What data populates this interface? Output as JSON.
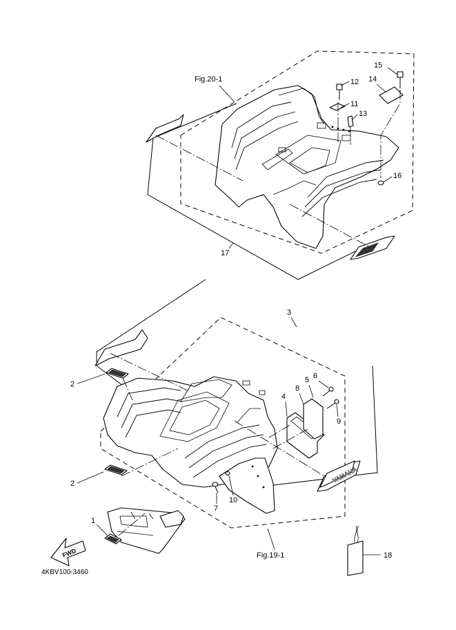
{
  "figure_refs": {
    "top": "Fig.20-1",
    "bottom": "Fig.19-1"
  },
  "diagram_code": "4KBV100-3460",
  "callouts": {
    "c1": "1",
    "c2a": "2",
    "c2b": "2",
    "c3": "3",
    "c4": "4",
    "c5": "5",
    "c6": "6",
    "c7": "7",
    "c8": "8",
    "c9": "9",
    "c10": "10",
    "c11": "11",
    "c12": "12",
    "c13": "13",
    "c14": "14",
    "c15": "15",
    "c16": "16",
    "c17": "17",
    "c18": "18"
  },
  "arrow_label": "FWD",
  "decal_text": "YAMAHA"
}
